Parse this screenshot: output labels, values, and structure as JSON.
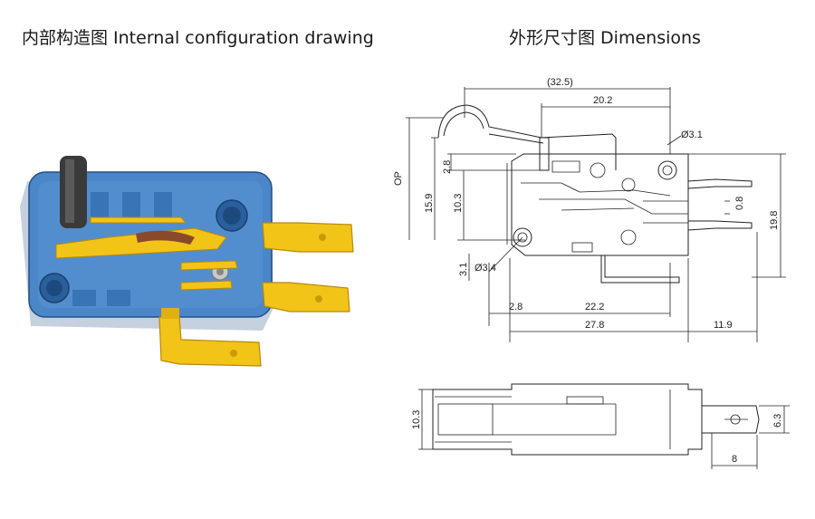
{
  "titles": {
    "left": "内部构造图 Internal configuration drawing",
    "right": "外形尺寸图 Dimensions"
  },
  "dimensions": {
    "total_width": "(32.5)",
    "lever_span": "20.2",
    "pin_hole": "Ø3.1",
    "op": "OP",
    "d_15_9": "15.9",
    "d_2_8_top": "2.8",
    "d_10_3": "10.3",
    "d_0_8": "0.8",
    "d_19_8": "19.8",
    "d_3_1": "3.1",
    "mount_hole": "Ø3.4",
    "d_2_8_bottom": "2.8",
    "d_22_2": "22.2",
    "d_27_8": "27.8",
    "d_11_9": "11.9",
    "d_10_3_side": "10.3",
    "d_6_3": "6.3",
    "d_8": "8"
  },
  "colors": {
    "housing": "#3f7fc4",
    "housing_dark": "#2a5f9e",
    "terminal": "#f2c418",
    "terminal_dark": "#c99a08",
    "plunger": "#3a3a3a",
    "line": "#222222"
  }
}
